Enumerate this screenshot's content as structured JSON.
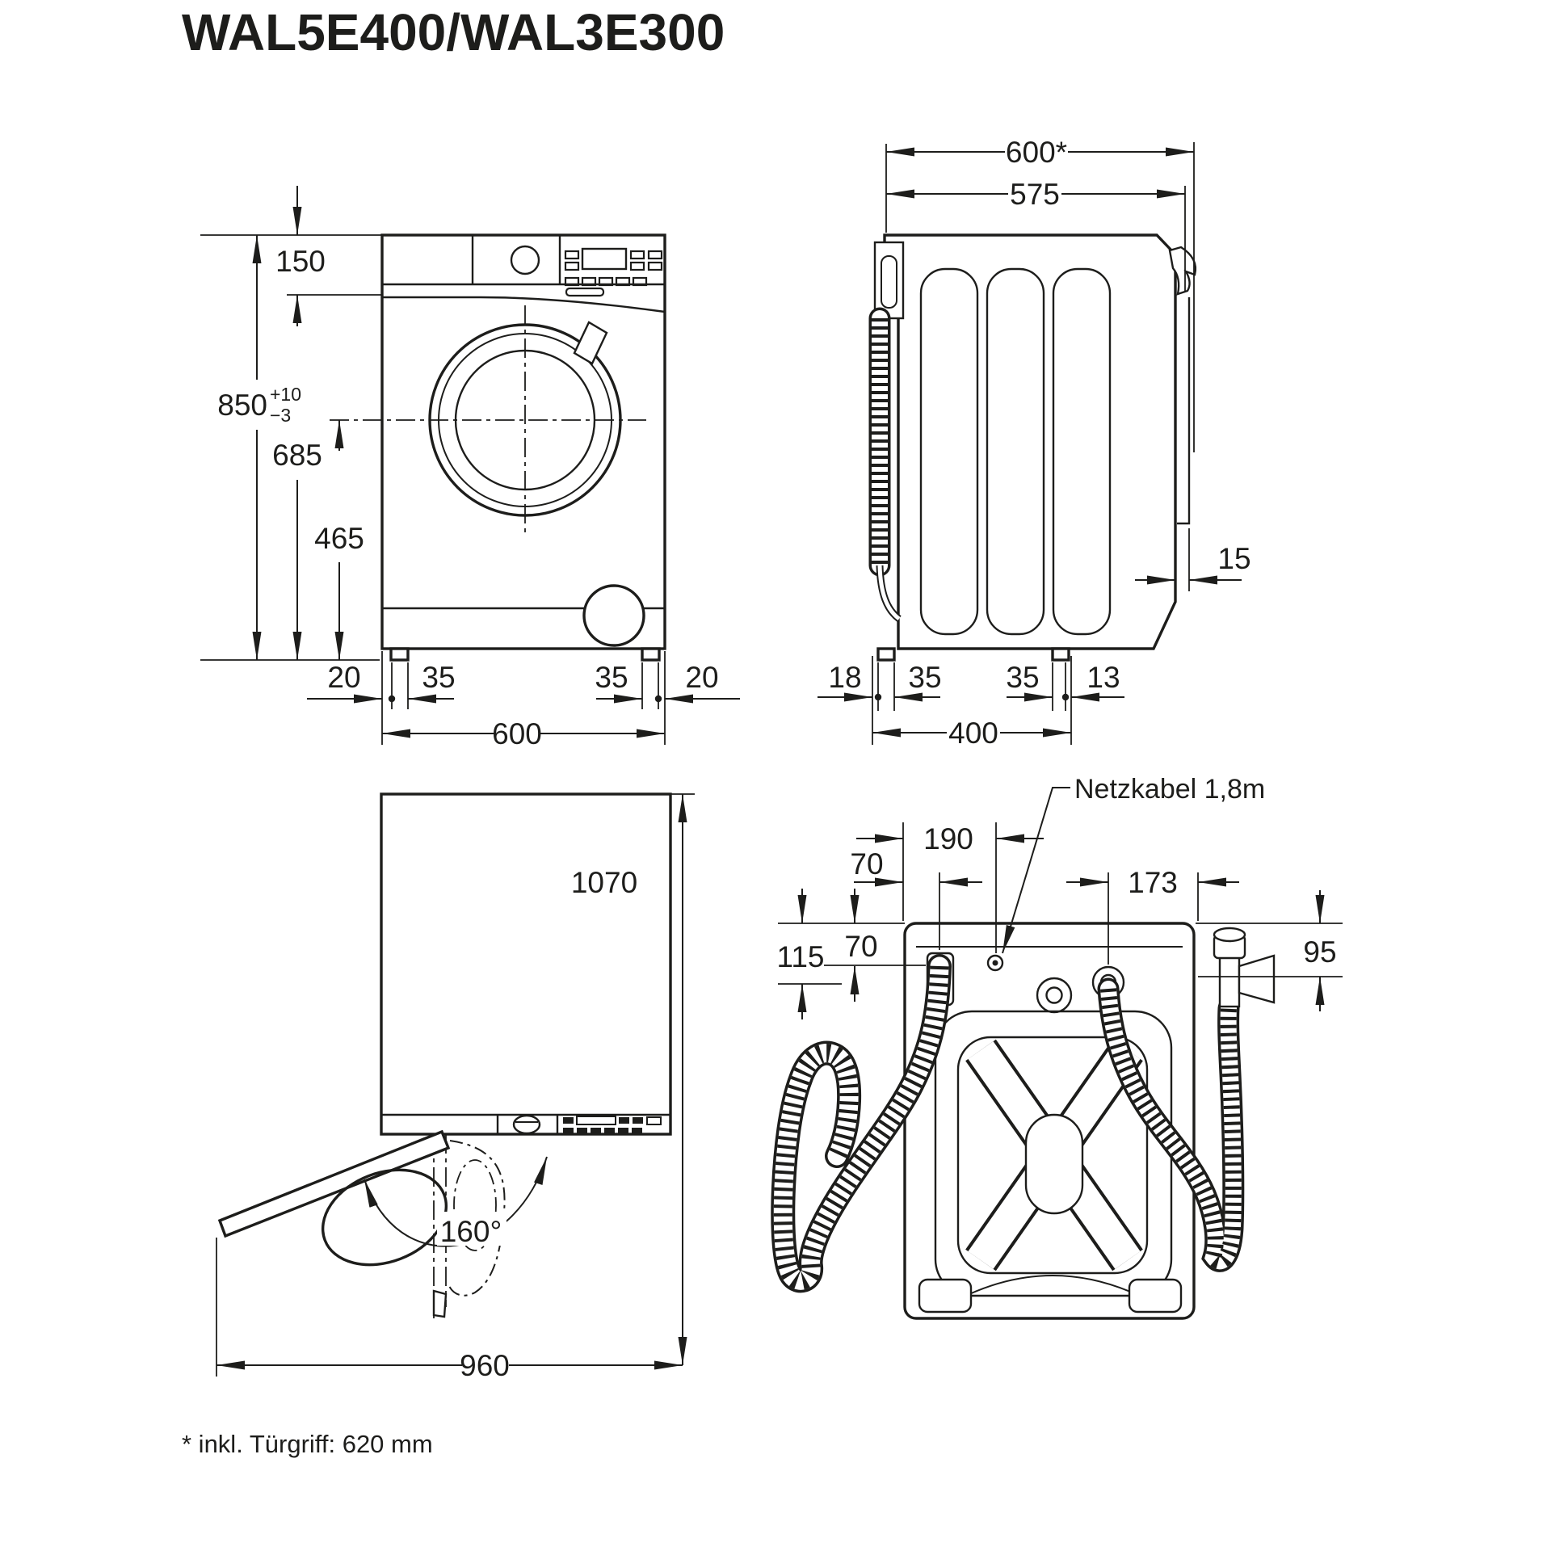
{
  "title": "WAL5E400/WAL3E300",
  "footnote": "* inkl. Türgriff: 620 mm",
  "front_view": {
    "dim_top_panel": "150",
    "dim_height": "850",
    "dim_height_tol_plus": "+10",
    "dim_height_tol_minus": "−3",
    "dim_panel_to_floor": "685",
    "dim_door_center_height": "465",
    "dim_edge_to_foot_left": "20",
    "dim_foot_width_left": "35",
    "dim_foot_width_right": "35",
    "dim_edge_to_foot_right": "20",
    "dim_width": "600"
  },
  "side_view": {
    "dim_depth_incl_handle": "600*",
    "dim_depth_body": "575",
    "dim_door_thickness": "15",
    "dim_rear_to_foot": "18",
    "dim_foot_width_rear": "35",
    "dim_foot_width_front": "35",
    "dim_foot_to_front": "13",
    "dim_foot_spacing": "400"
  },
  "top_view": {
    "dim_depth_door_open": "1070",
    "door_opening_angle": "160°",
    "dim_width_door_open": "960"
  },
  "rear_view": {
    "power_cable_label": "Netzkabel 1,8m",
    "dim_cable_from_left": "190",
    "dim_drain_from_left": "70",
    "dim_inlet_offset": "173",
    "dim_left_height_ref": "115",
    "dim_drain_below_top": "70",
    "dim_inlet_below_top": "95"
  }
}
